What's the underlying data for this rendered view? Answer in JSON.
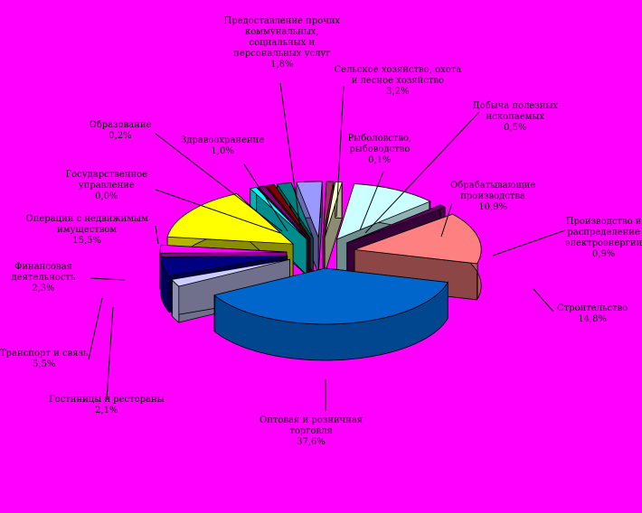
{
  "background": "#ff00ff",
  "chart_data": {
    "type": "pie",
    "style": "3d-exploded",
    "slices": [
      {
        "label": "Сельское хозяйство, охота\nи лесное хозяйство",
        "value_text": "3,2%",
        "value": 3.2,
        "color": "#9999ff"
      },
      {
        "label": "Рыболовство,\nрыбоводство",
        "value_text": "0,1%",
        "value": 0.1,
        "color": "#993366"
      },
      {
        "label": "Добыча полезных\nископаемых",
        "value_text": "0,5%",
        "value": 0.5,
        "color": "#ffffcc"
      },
      {
        "label": "Обрабатывающие\nпроизводства",
        "value_text": "10,9%",
        "value": 10.9,
        "color": "#ccffff"
      },
      {
        "label": "Производство и\nраспределение\nэлектроэнергии",
        "value_text": "0,9%",
        "value": 0.9,
        "color": "#660066"
      },
      {
        "label": "Строительство",
        "value_text": "14,8%",
        "value": 14.8,
        "color": "#ff8080"
      },
      {
        "label": "Оптовая и розничная\nторговля",
        "value_text": "37,6%",
        "value": 37.6,
        "color": "#0066cc"
      },
      {
        "label": "Гостиницы и рестораны",
        "value_text": "2,1%",
        "value": 2.1,
        "color": "#ccccff"
      },
      {
        "label": "Транспорт и связь",
        "value_text": "5,5%",
        "value": 5.5,
        "color": "#000080"
      },
      {
        "label": "Финансовая\nдеятельность",
        "value_text": "2,3%",
        "value": 2.3,
        "color": "#ff00ff"
      },
      {
        "label": "Операции с недвижимым\nимуществом",
        "value_text": "15,5%",
        "value": 15.5,
        "color": "#ffff00"
      },
      {
        "label": "Государственное\nуправление",
        "value_text": "0,0%",
        "value": 0.0,
        "color": "#00ffff"
      },
      {
        "label": "Образование",
        "value_text": "0,2%",
        "value": 0.2,
        "color": "#800080"
      },
      {
        "label": "Здравоохранение",
        "value_text": "1,0%",
        "value": 1.0,
        "color": "#800000"
      },
      {
        "label": "Предоставление прочих\nкоммунальных,\nсоциальных и\nперсональных услуг",
        "value_text": "1,8%",
        "value": 1.8,
        "color": "#008080"
      }
    ]
  }
}
